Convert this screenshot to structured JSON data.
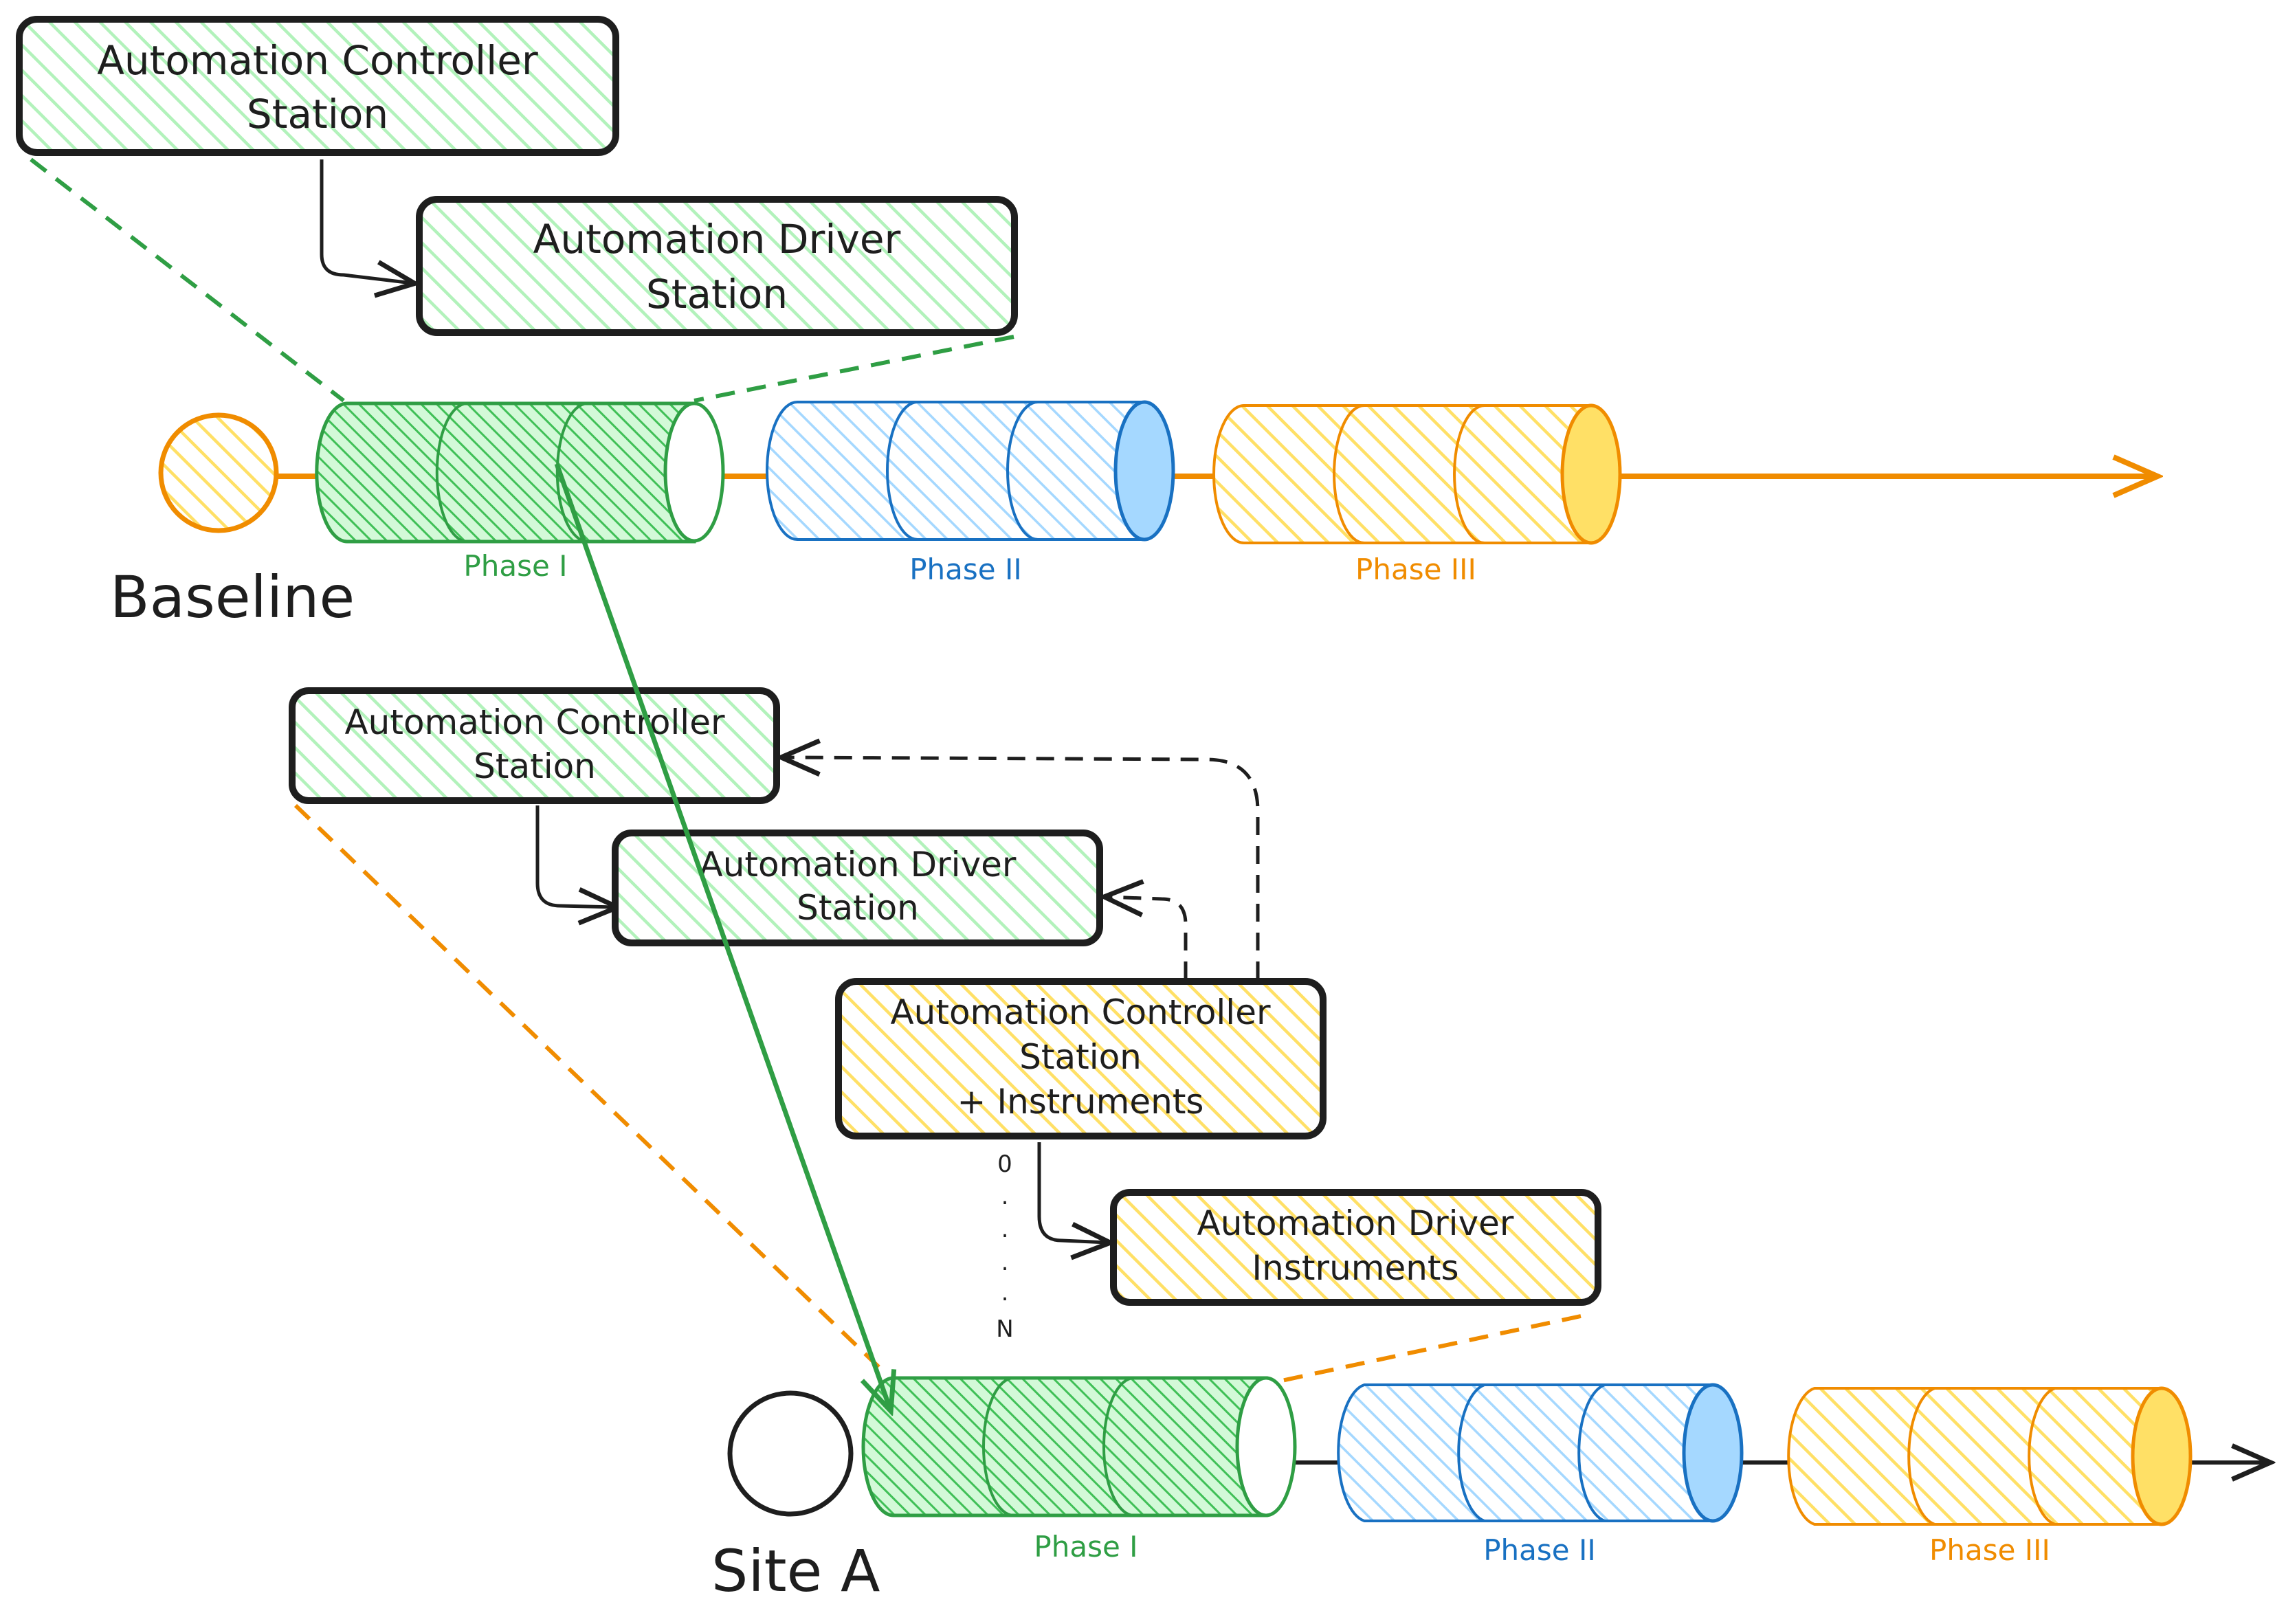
{
  "colors": {
    "green_stroke": "#2f9e44",
    "green_fill": "#b2f2bb",
    "green_dark": "#2b8a3e",
    "blue_stroke": "#1971c2",
    "blue_fill": "#a5d8ff",
    "yellow_fill": "#ffec99",
    "orange": "#f08c00",
    "ink": "#1e1e1e"
  },
  "baseline": {
    "label": "Baseline",
    "controller_box": {
      "line1": "Automation Controller",
      "line2": "Station"
    },
    "driver_box": {
      "line1": "Automation Driver",
      "line2": "Station"
    },
    "phases": [
      "Phase I",
      "Phase II",
      "Phase III"
    ]
  },
  "site_a": {
    "label": "Site A",
    "controller_box": {
      "line1": "Automation Controller",
      "line2": "Station"
    },
    "driver_box": {
      "line1": "Automation Driver",
      "line2": "Station"
    },
    "instr_controller_box": {
      "line1": "Automation Controller",
      "line2": "Station",
      "line3": "+ Instruments"
    },
    "instr_driver_box": {
      "line1": "Automation Driver",
      "line2": "Instruments"
    },
    "count_start": "0",
    "count_dots": ".",
    "count_end": "N",
    "phases": [
      "Phase I",
      "Phase II",
      "Phase III"
    ]
  }
}
